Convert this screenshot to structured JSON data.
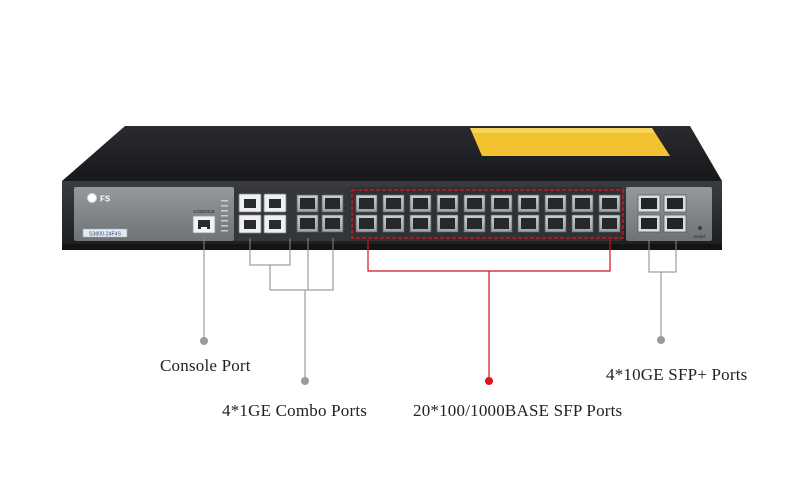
{
  "device": {
    "brand_logo_text": "FS",
    "model_label": "S3800-24F4S",
    "console_label": "CONSOLE",
    "reset_label": "RESET"
  },
  "callouts": {
    "console_port": "Console Port",
    "combo_ports": "4*1GE Combo Ports",
    "sfp_ports": "20*100/1000BASE SFP Ports",
    "sfp_plus_ports": "4*10GE SFP+ Ports"
  },
  "colors": {
    "chassis_front": "#2b2d31",
    "chassis_top": "#1f2023",
    "face_panel": "#7f8589",
    "leader_line": "#8a8a8a",
    "highlight_red": "#d0141c",
    "warning_sticker": "#f2c230"
  }
}
